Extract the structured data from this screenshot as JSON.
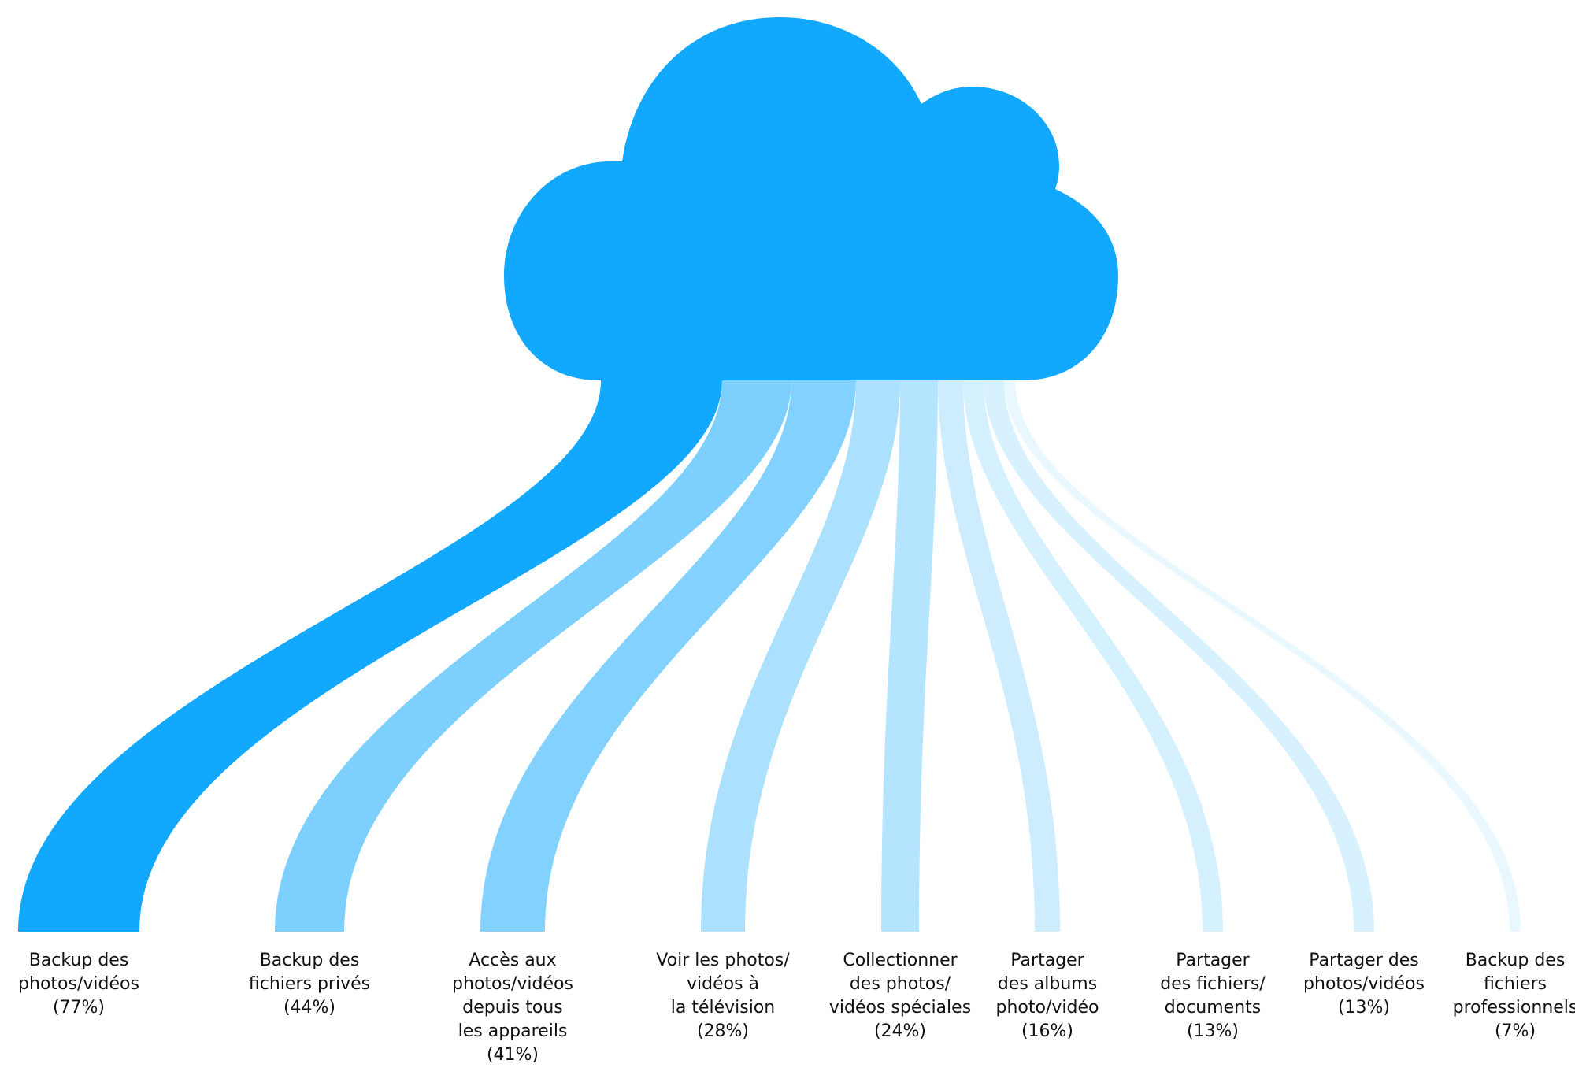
{
  "chart_data": {
    "type": "sankey",
    "title": "",
    "source": "cloud",
    "unit": "%",
    "categories": [
      {
        "lines": [
          "Backup des",
          "photos/vidéos",
          "(77%)"
        ],
        "value": 77,
        "color": "#12a8fd"
      },
      {
        "lines": [
          "Backup des",
          "fichiers privés",
          "(44%)"
        ],
        "value": 44,
        "color": "#7dcffe"
      },
      {
        "lines": [
          "Accès aux",
          "photos/vidéos",
          "depuis tous",
          "les appareils",
          "(41%)"
        ],
        "value": 41,
        "color": "#83d1ff"
      },
      {
        "lines": [
          "Voir les photos/",
          "vidéos à",
          "la télévision",
          "(28%)"
        ],
        "value": 28,
        "color": "#abe0fe"
      },
      {
        "lines": [
          "Collectionner",
          "des photos/",
          "vidéos spéciales",
          "(24%)"
        ],
        "value": 24,
        "color": "#b4e4ff"
      },
      {
        "lines": [
          "Partager",
          "des albums",
          "photo/vidéo",
          "(16%)"
        ],
        "value": 16,
        "color": "#cdedff"
      },
      {
        "lines": [
          "Partager",
          "des fichiers/",
          "documents",
          "(13%)"
        ],
        "value": 13,
        "color": "#d5f0ff"
      },
      {
        "lines": [
          "Partager des",
          "photos/vidéos",
          "(13%)"
        ],
        "value": 13,
        "color": "#d8f1ff"
      },
      {
        "lines": [
          "Backup des",
          "fichiers",
          "professionnels",
          "(7%)"
        ],
        "value": 7,
        "color": "#e9f7ff"
      }
    ],
    "cloud_color": "#12a8fd"
  }
}
